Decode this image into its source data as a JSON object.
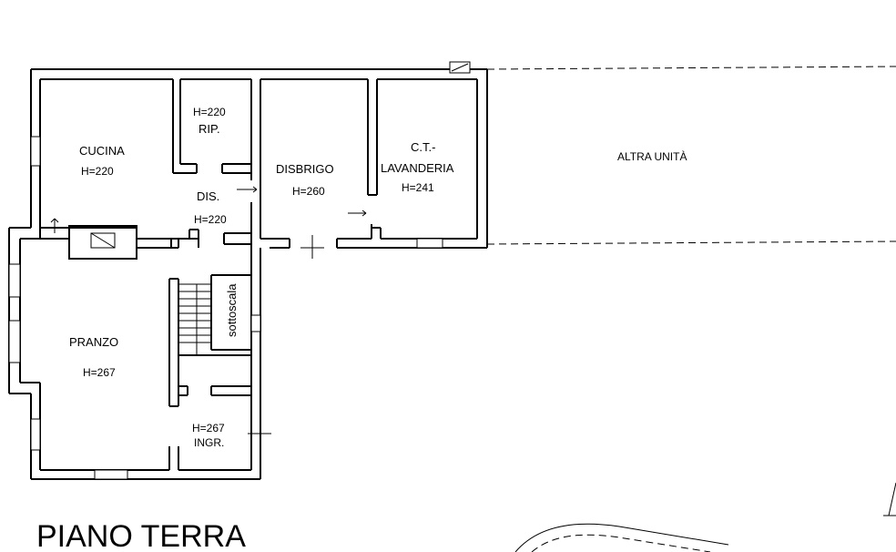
{
  "plan": {
    "title": "PIANO TERRA",
    "rooms": {
      "cucina": {
        "name": "CUCINA",
        "height": "H=220"
      },
      "rip": {
        "name": "RIP.",
        "height": "H=220"
      },
      "dis": {
        "name": "DIS.",
        "height": "H=220"
      },
      "disbrigo": {
        "name": "DISBRIGO",
        "height": "H=260"
      },
      "ct": {
        "name_line1": "C.T.-",
        "name_line2": "LAVANDERIA",
        "height": "H=241"
      },
      "altra": {
        "name": "ALTRA UNITÀ"
      },
      "pranzo": {
        "name": "PRANZO",
        "height": "H=267"
      },
      "sottoscala": {
        "name": "sottoscala"
      },
      "ingr": {
        "name": "INGR.",
        "height": "H=267"
      }
    }
  }
}
